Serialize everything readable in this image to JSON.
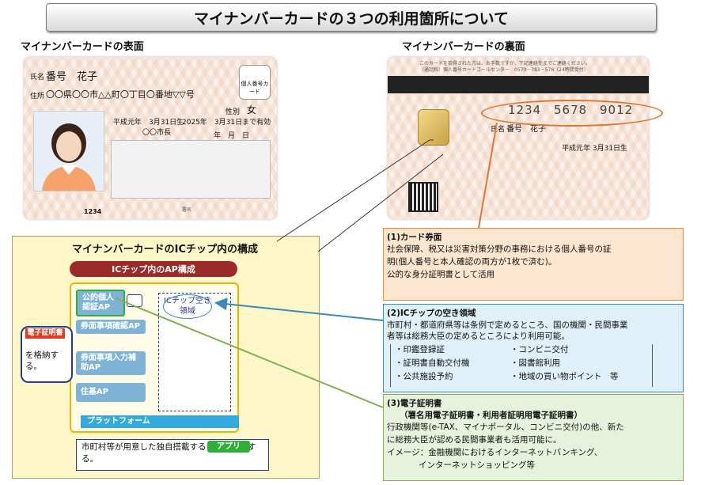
{
  "title": "マイナンバーカードの３つの利用箇所について",
  "front_label": "マイナンバーカードの表面",
  "back_label": "マイナンバーカードの裏面",
  "card_front": {
    "name_label": "氏名",
    "name": "番号　花子",
    "address_label": "住所",
    "address": "〇〇県〇〇市△△町〇丁目〇番地▽▽号",
    "badge": "個人番号カード",
    "sex_label": "性別",
    "sex": "女",
    "birth": "平成元年　3月31日生",
    "expiry": "2025年　3月31日まで有効",
    "issuer": "〇〇市長",
    "year_month_day": "年　月　日",
    "signature_label": "署名",
    "serial": "1234"
  },
  "card_back": {
    "notice": "このカードを拾得された方は、お手数ですが、下記連絡先までご連絡ください。",
    "contact": "（通話料）個人番号カードコールセンター　0570－783－578（24時間受付）",
    "number": [
      "1234",
      "5678",
      "9012"
    ],
    "name_label": "氏名",
    "name": "番号　花子",
    "birth": "平成元年 3月31日生"
  },
  "structure": {
    "title": "マイナンバーカードのICチップ内の構成",
    "ap_header": "ICチップ内のAP構成",
    "items": [
      "公的個人認証AP",
      "券面事項確認AP",
      "券面事項入力補助AP",
      "住基AP"
    ],
    "free_area": "ICチップ空き領域",
    "platform": "プラットフォーム",
    "denshi_badge": "電子証明書",
    "denshi_text": "を格納する。",
    "app_text": "市町村等が用意した独自搭載するために利用する。",
    "app_badge": "アプリ"
  },
  "boxes": [
    {
      "title": "(1)カード券面",
      "lines": [
        "社会保障、税又は災害対策分野の事務における個人番号の証",
        "明(個人番号と本人確認の両方が1枚で済む)。",
        "公的な身分証明書として活用"
      ]
    },
    {
      "title": "(2)ICチップの空き領域",
      "lines": [
        "市町村・都道府県等は条例で定めるところ、国の機関・民間事業",
        "者等は総務大臣の定めるところにより利用可能。"
      ],
      "uses_left": [
        "・印鑑登録証",
        "・証明書自動交付機",
        "・公共施設予約"
      ],
      "uses_right": [
        "・コンビニ交付",
        "・図書館利用",
        "・地域の買い物ポイント　等"
      ]
    },
    {
      "title": "(3)電子証明書",
      "subtitle": "（署名用電子証明書・利用者証明用電子証明書）",
      "lines": [
        "行政機関等(e-TAX、マイナポータル、コンビニ交付)の他、新た",
        "に総務大臣が認める民間事業者も活用可能に。",
        "イメージ：金融機関におけるインターネットバンキング、",
        "インターネットショッピング等"
      ]
    }
  ],
  "colors": {
    "orange": "#e0762d",
    "blue": "#3a8ab8",
    "green": "#80b050",
    "dark_red": "#9b2a2a"
  }
}
